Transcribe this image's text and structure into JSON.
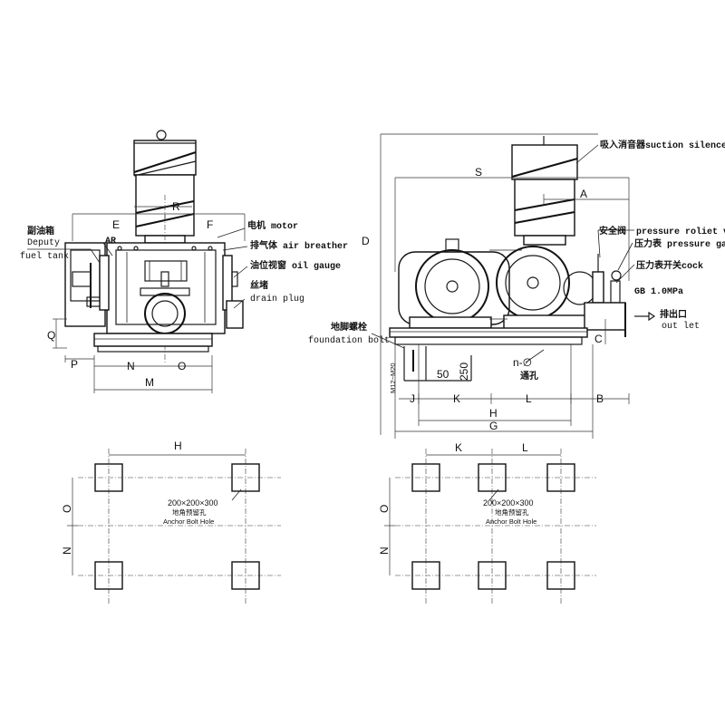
{
  "labels": {
    "suction_silencer": "吸入消音器suction silencer",
    "safety_valve_cn": "安全阀",
    "pressure_relief_valve": "pressure roliet valve",
    "pressure_gauge_right": "压力表 pressure gauge",
    "pressure_cock": "压力表开关cock",
    "gb_spec": "GB 1.0MPa",
    "outlet_cn": "排出口",
    "outlet_en": "out let",
    "foundation_bolt_cn": "地脚螺栓",
    "foundation_bolt_en": "foundation bolt",
    "n_holes": "n-∅",
    "through_hole": "通孔",
    "deputy_cn": "副油箱",
    "deputy_en1": "Deputy",
    "deputy_en2": "fuel tank",
    "ar": "AR",
    "motor": "电机 motor",
    "air_breather": "排气体 air breather",
    "oil_gauge": "油位视窗 oil gauge",
    "drain_cn": "丝堵",
    "drain_en": "drain plug",
    "hole_size_left": "200×200×300",
    "anchor_cn_left": "地角预留孔",
    "anchor_en_left": "Anchor Bolt Hole",
    "hole_size_right": "200×200×300",
    "anchor_cn_right": "地角预留孔",
    "anchor_en_right": "Anchor Bolt Hole"
  },
  "dimensions": {
    "front": {
      "R": "R",
      "E": "E",
      "F": "F",
      "Q": "Q",
      "P": "P",
      "N": "N",
      "O": "O",
      "M": "M"
    },
    "side": {
      "S": "S",
      "A": "A",
      "D": "D",
      "C": "C",
      "bolt": "M12~M20",
      "d50": "50",
      "d250": "250",
      "J": "J",
      "K": "K",
      "L": "L",
      "B": "B",
      "H": "H",
      "G": "G"
    },
    "plan_left": {
      "H": "H",
      "O": "O",
      "N": "N"
    },
    "plan_right": {
      "K": "K",
      "L": "L",
      "O": "O",
      "N": "N"
    }
  }
}
